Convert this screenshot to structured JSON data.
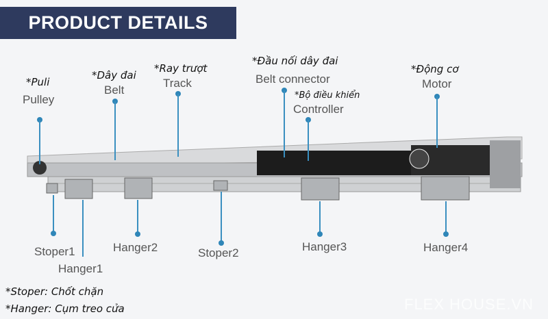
{
  "header": {
    "title": "PRODUCT DETAILS"
  },
  "parts": {
    "pulley": {
      "vi": "*Puli",
      "en": "Pulley"
    },
    "belt": {
      "vi": "*Dây đai",
      "en": "Belt"
    },
    "track": {
      "vi": "*Ray trượt",
      "en": "Track"
    },
    "belt_connector": {
      "vi": "*Đầu nối dây đai",
      "en": "Belt connector"
    },
    "controller": {
      "vi": "*Bộ điều khiển",
      "en": "Controller"
    },
    "motor": {
      "vi": "*Động cơ",
      "en": "Motor"
    },
    "stoper1": {
      "en": "Stoper1"
    },
    "hanger1": {
      "en": "Hanger1"
    },
    "hanger2": {
      "en": "Hanger2"
    },
    "stoper2": {
      "en": "Stoper2"
    },
    "hanger3": {
      "en": "Hanger3"
    },
    "hanger4": {
      "en": "Hanger4"
    }
  },
  "notes": [
    "*Stoper: Chốt chặn",
    "*Hanger: Cụm treo cửa"
  ],
  "watermark": "FLEX HOUSE.VN",
  "colors": {
    "header_bg": "#2e3a5e",
    "callout": "#2f86b8"
  }
}
